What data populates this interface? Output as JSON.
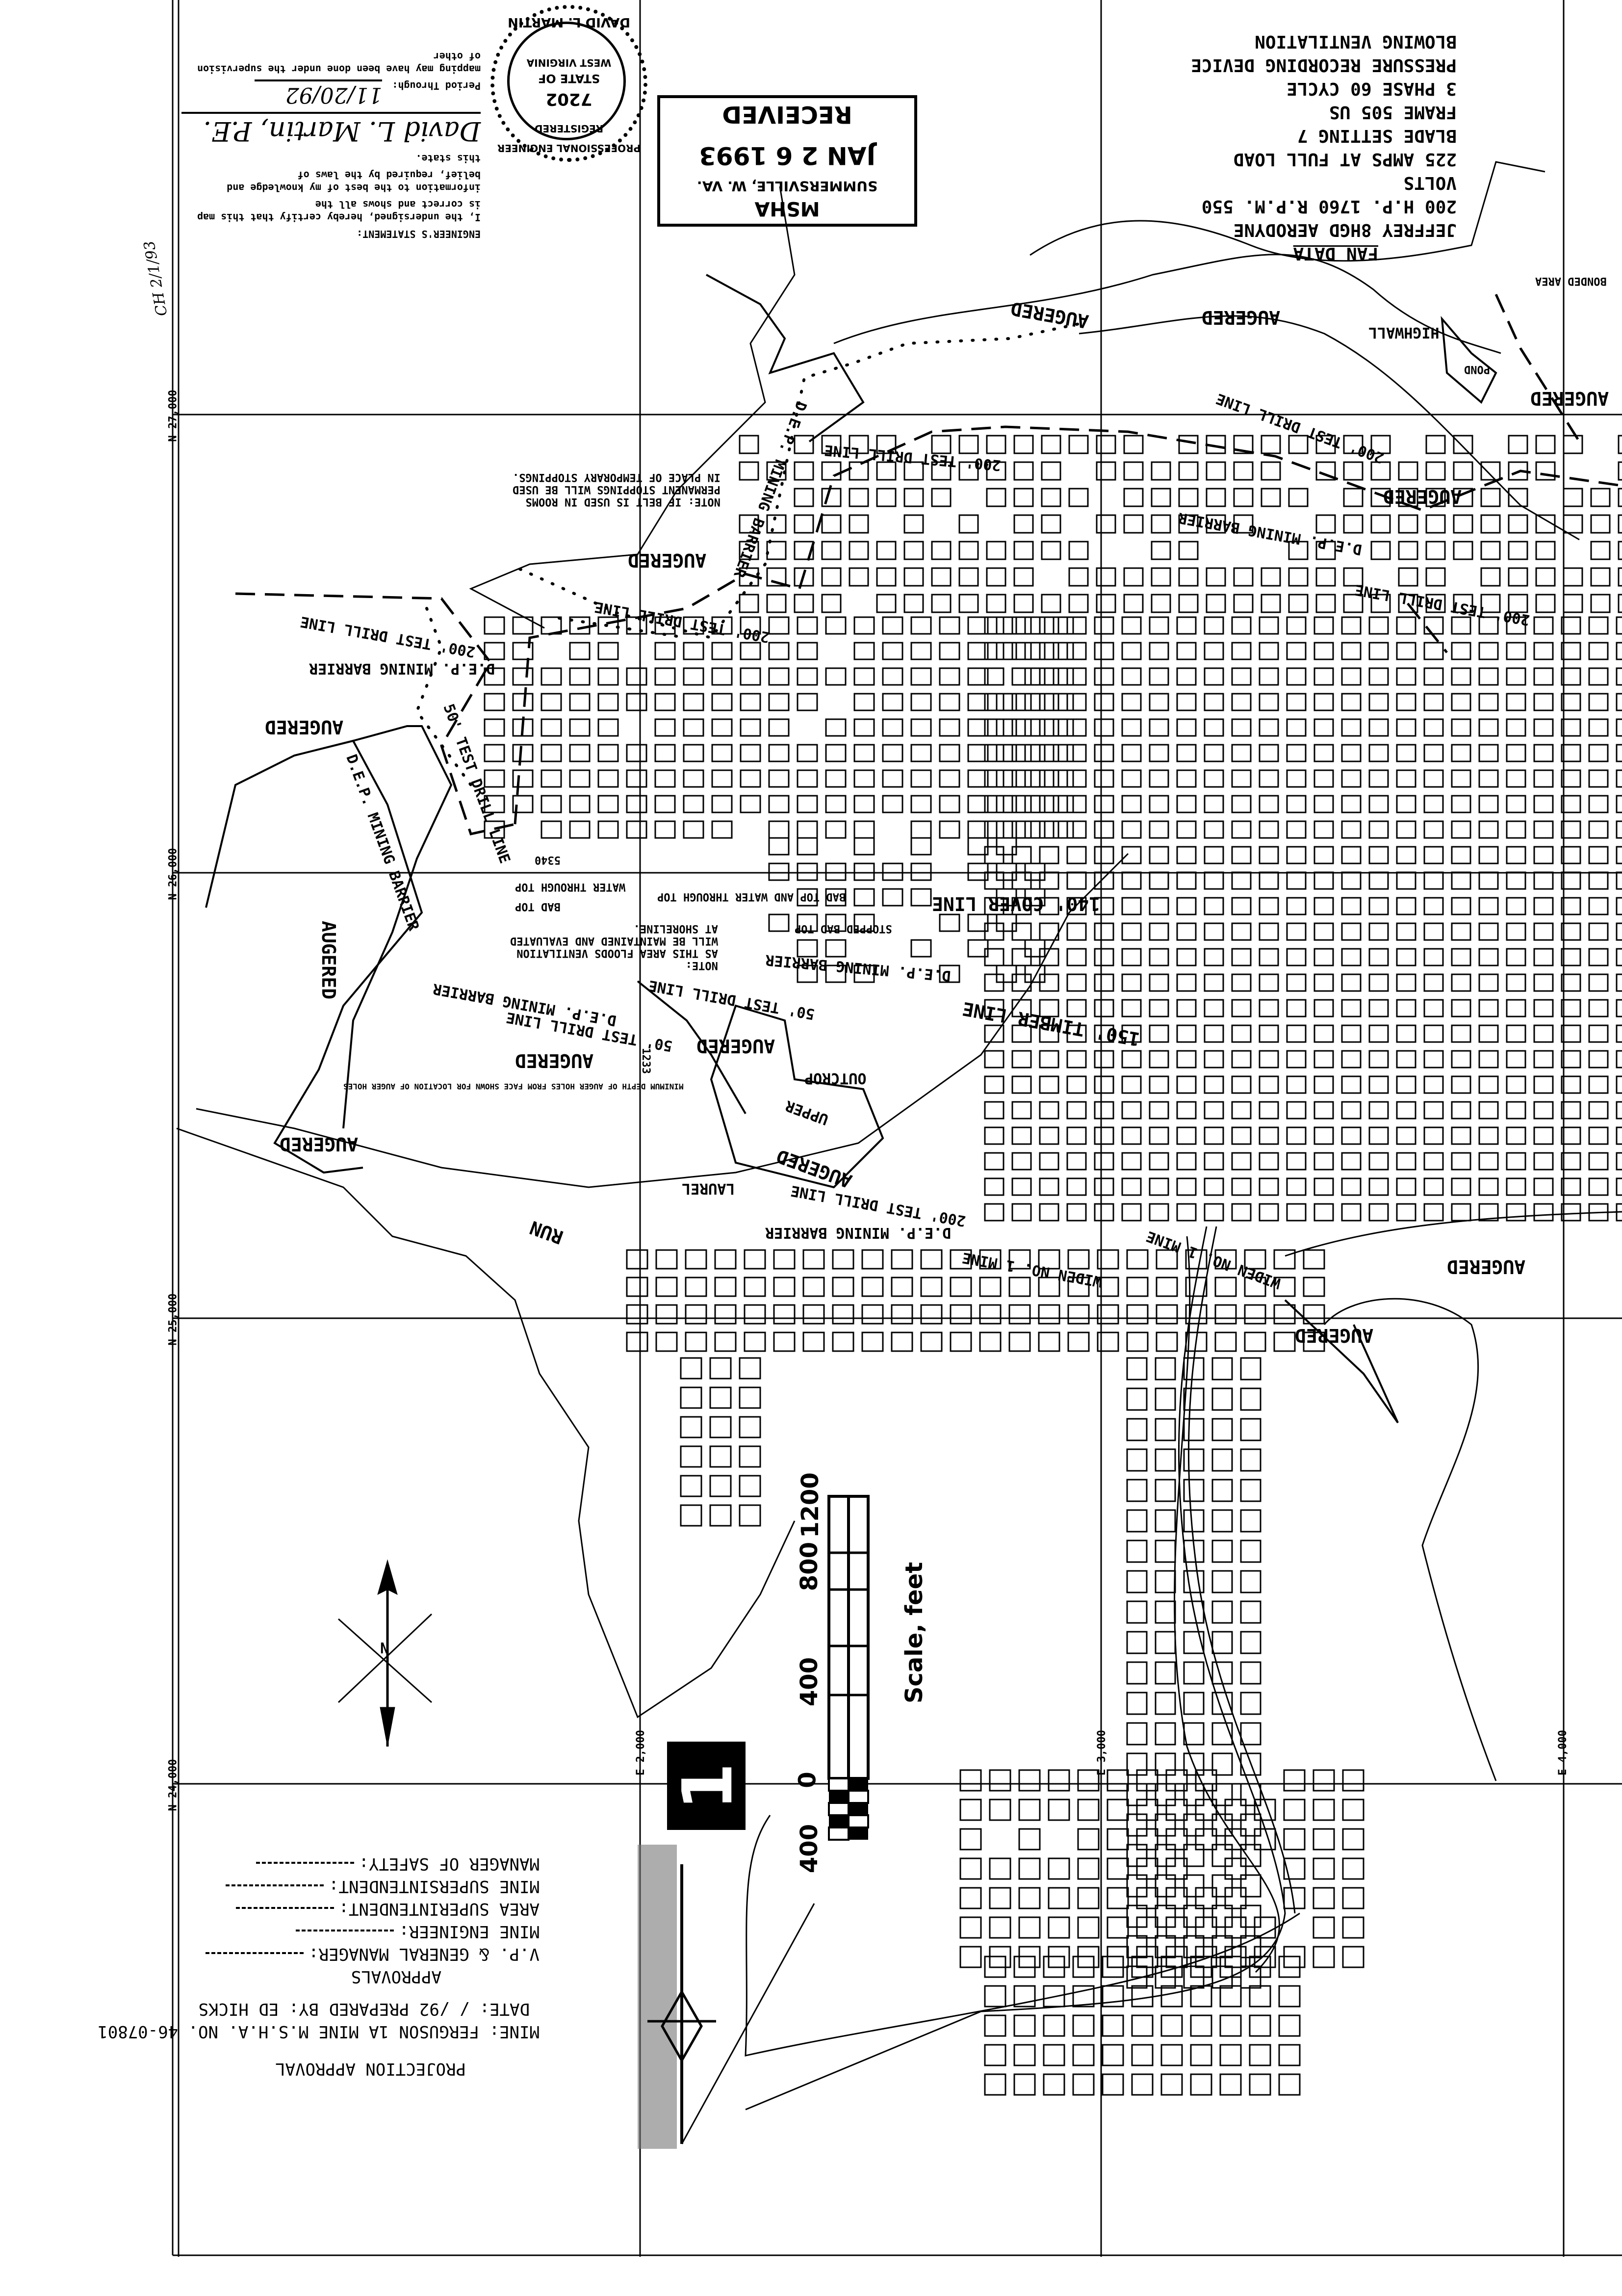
{
  "engineer_statement": {
    "heading": "ENGINEER'S STATEMENT:",
    "line1": "I, the undersigned, hereby certify that this map is correct and shows all the",
    "line2": "information to the best of my knowledge and belief, required by the laws of",
    "line3": "this state.",
    "line4": "Period Through:",
    "line5": "mapping may have been done under the supervision of other",
    "signature": "David L. Martin, P.E.",
    "date_handwritten": "11/20/92"
  },
  "received_stamp": {
    "line1": "RECEIVED",
    "line2": "JAN 2 6 1993",
    "line3": "SUMMERSVILLE, W. VA.",
    "line4": "MSHA"
  },
  "pe_seal": {
    "name": "DAVID L. MARTIN",
    "number": "7202",
    "state_of": "STATE OF",
    "state": "WEST VIRGINIA",
    "registered": "REGISTERED",
    "professional": "PROFESSIONAL ENGINEER"
  },
  "margin_note": "CH 2/1/93",
  "fan_data": {
    "title": "FAN DATA",
    "lines": [
      "JEFFREY 8HGD AERODYNE",
      "200 H.P. 1760 R.P.M.  550 VOLTS",
      "225 AMPS AT FULL LOAD",
      "BLADE SETTING 7",
      "FRAME 505 US",
      "3 PHASE  60 CYCLE",
      "PRESSURE RECORDING DEVICE",
      "BLOWING VENTILATION"
    ]
  },
  "title_block": {
    "title": "PROJECTION APPROVAL",
    "mine": "MINE: FERGUSON 1A MINE   M.S.H.A. NO. 46-07801",
    "date": "DATE:  /  /92   PREPARED BY: ED HICKS",
    "approvals_heading": "APPROVALS",
    "approvals": [
      "V.P. & GENERAL MANAGER:",
      "MINE ENGINEER:",
      "AREA SUPERINTENDENT:",
      "MINE SUPERSINTENDENT:",
      "MANAGER OF SAFETY:"
    ]
  },
  "scale_bar": {
    "label": "Scale, feet",
    "ticks": [
      "400",
      "0",
      "400",
      "800",
      "1200"
    ]
  },
  "sheet_number": "1",
  "north_arrow": {
    "label": "N"
  },
  "grid_labels": {
    "n27000": "N 27,000",
    "n26000": "N 26,000",
    "n25000": "N 25,000",
    "n24000": "N 24,000",
    "e1": "E 2,000",
    "e2": "E 3,000",
    "e3": "E 4,000"
  },
  "map_labels": {
    "augered": "AUGERED",
    "test_drill_200": "200' TEST DRILL LINE",
    "test_drill_50": "50' TEST DRILL LINE",
    "dep_barrier": "D.E.P. MINING BARRIER",
    "highwall": "HIGHWALL",
    "bonded_area": "BONDED AREA",
    "pond": "POND",
    "cover_line": "140' COVER LINE",
    "timber_line": "150' TIMBER LINE",
    "outcrop": "OUTCROP",
    "run": "RUN",
    "widen_no1": "WIDEN NO. 1 MINE",
    "bad_top": "BAD TOP",
    "water_through_top": "WATER THROUGH TOP",
    "bad_top_water": "BAD TOP AND WATER THROUGH TOP",
    "stopped_bad_top": "STOPPED BAD TOP",
    "upper": "UPPER",
    "laurel": "LAUREL",
    "elev_1233": "1233",
    "elev_5340": "5340",
    "note_belt": "NOTE: IF BELT IS USED IN ROOMS\nPERMANENT STOPPINGS WILL BE USED\nIN PLACE OF TEMPORARY STOPPINGS.",
    "note_flood": "NOTE:\nAS THIS AREA FLOODS VENTILATION\nWILL BE MAINTAINED AND EVALUATED\nAT SHORELINE.",
    "note_auger": "MINIMUM DEPTH OF AUGER HOLES FROM FACE SHOWN FOR LOCATION OF AUGER HOLES"
  }
}
